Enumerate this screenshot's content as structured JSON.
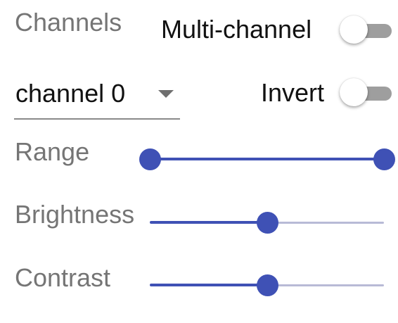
{
  "channels": {
    "heading": "Channels",
    "multi_channel": {
      "label": "Multi-channel",
      "on": false
    },
    "invert": {
      "label": "Invert",
      "on": false
    },
    "channel_select": {
      "selected": "channel 0"
    }
  },
  "sliders": {
    "range": {
      "label": "Range",
      "low": 0.0,
      "high": 1.0
    },
    "brightness": {
      "label": "Brightness",
      "value": 0.5
    },
    "contrast": {
      "label": "Contrast",
      "value": 0.5
    }
  },
  "colors": {
    "accent": "#3f51b5",
    "rail_inactive": "#b8bad6",
    "toggle_track_off": "#9e9e9e",
    "label_muted": "#757575"
  }
}
